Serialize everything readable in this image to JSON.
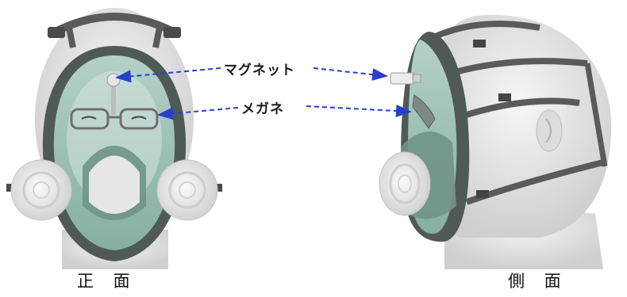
{
  "callouts": {
    "magnet": "マグネット",
    "glasses": "メガネ"
  },
  "captions": {
    "front": "正 面",
    "side": "側 面"
  },
  "colors": {
    "arrow": "#2a3fc9",
    "strap": "#5a5a5a",
    "lens": "#9fcfc2",
    "head": "#e9e9e9",
    "filter": "#ececec"
  }
}
